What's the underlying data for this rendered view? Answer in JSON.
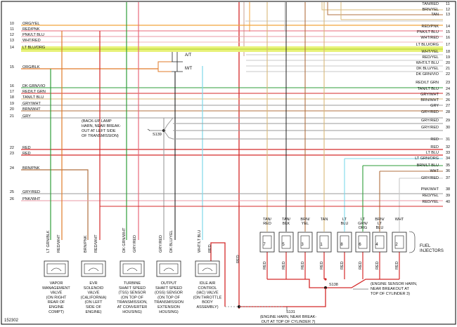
{
  "diagram_id": "152302",
  "colors": {
    "org_yel": "#f2a33a",
    "red_pnk": "#e8697a",
    "pnk_ltblu": "#e89aa6",
    "wht_red": "#f0b8b8",
    "lt_blu_org": "#e4ef2a",
    "org_blk": "#e07b2a",
    "red": "#d42a2a",
    "green": "#2e9e3a",
    "ltblue": "#7fd8ea",
    "gray": "#9a9a9a",
    "brown": "#b07040",
    "tan": "#d8b878",
    "black": "#222222",
    "lightgray": "#c8c8c8"
  },
  "left_wires": [
    {
      "num": "10",
      "label": "ORG/YEL",
      "color": "org_yel"
    },
    {
      "num": "11",
      "label": "RED/PNK",
      "color": "red_pnk"
    },
    {
      "num": "12",
      "label": "PNK/LT BLU",
      "color": "pnk_ltblu"
    },
    {
      "num": "13",
      "label": "WHT/RED",
      "color": "wht_red"
    },
    {
      "num": "14",
      "label": "LT BLU/ORG",
      "color": "lt_blu_org"
    },
    {
      "num": "15",
      "label": "ORG/BLK",
      "color": "org_blk"
    },
    {
      "num": "16",
      "label": "DK GRN/VIO",
      "color": "green"
    },
    {
      "num": "17",
      "label": "RED/LT GRN",
      "color": "red"
    },
    {
      "num": "18",
      "label": "TAN/LT BLU",
      "color": "tan"
    },
    {
      "num": "19",
      "label": "GRY/WHT",
      "color": "gray"
    },
    {
      "num": "20",
      "label": "BRN/WHT",
      "color": "brown"
    },
    {
      "num": "21",
      "label": "GRY",
      "color": "gray"
    },
    {
      "num": "22",
      "label": "RED",
      "color": "red"
    },
    {
      "num": "23",
      "label": "RED",
      "color": "red"
    },
    {
      "num": "24",
      "label": "BRN/PNK",
      "color": "brown"
    },
    {
      "num": "25",
      "label": "GRY/RED",
      "color": "gray"
    },
    {
      "num": "26",
      "label": "PNK/WHT",
      "color": "pnk_ltblu"
    }
  ],
  "right_wires": [
    {
      "num": "11",
      "label": "TAN/RED"
    },
    {
      "num": "12",
      "label": "BRN/YEL"
    },
    {
      "num": "13",
      "label": "TAN"
    },
    {
      "num": "14",
      "label": "RED/PNK"
    },
    {
      "num": "15",
      "label": "PNK/LT BLU"
    },
    {
      "num": "16",
      "label": "WHT/RED"
    },
    {
      "num": "17",
      "label": "LT BLU/ORG"
    },
    {
      "num": "18",
      "label": "WHT/YEL"
    },
    {
      "num": "19",
      "label": "RED/YEL"
    },
    {
      "num": "20",
      "label": "WHT/LT BLU"
    },
    {
      "num": "21",
      "label": "DK BLU/YEL"
    },
    {
      "num": "22",
      "label": "DK GRN/VIO"
    },
    {
      "num": "23",
      "label": "RED/LT GRN"
    },
    {
      "num": "24",
      "label": "TAN/LT BLU"
    },
    {
      "num": "25",
      "label": "GRY/WHT"
    },
    {
      "num": "26",
      "label": "BRN/WHT"
    },
    {
      "num": "27",
      "label": "GRY"
    },
    {
      "num": "28",
      "label": "GRY/RED"
    },
    {
      "num": "29",
      "label": "GRY/RED"
    },
    {
      "num": "30",
      "label": "GRY/RED"
    },
    {
      "num": "31",
      "label": "RED"
    },
    {
      "num": "32",
      "label": "RED"
    },
    {
      "num": "33",
      "label": "LT BLU"
    },
    {
      "num": "34",
      "label": "LT GRN/ORG"
    },
    {
      "num": "35",
      "label": "BRN/LT BLU"
    },
    {
      "num": "36",
      "label": "WHT"
    },
    {
      "num": "37",
      "label": "GRY/RED"
    },
    {
      "num": "38",
      "label": "PNK/WHT"
    },
    {
      "num": "39",
      "label": "RED/YEL"
    },
    {
      "num": "40",
      "label": "RED/YEL"
    }
  ],
  "switch_labels": {
    "at": "A/T",
    "mt": "M/T"
  },
  "splices": {
    "s139": "S139",
    "s138": "S138",
    "s131": "S131",
    "backup_note": [
      "(BACK-UP LAMP",
      "HARN, NEAR BREAK-",
      "OUT AT LEFT SIDE",
      "OF TRANSMISSION)"
    ],
    "s138_note": [
      "(ENGINE SENSOR HARN,",
      "NEAR BREAKOUT AT",
      "TOP OF CYLINDER 3)"
    ],
    "s131_note": [
      "(ENGINE HARN, NEAR BREAK-",
      "OUT AT TOP OF CYLINDER 7)"
    ]
  },
  "components": [
    {
      "pins": [
        "LT GRN/BLK",
        "RED/WHT"
      ],
      "pin_colors": [
        "green",
        "red"
      ],
      "lines": [
        "VAPOR",
        "MANAGEMENT",
        "VALVE",
        "(ON RIGHT",
        "REAR OF",
        "ENGINE",
        "COMPT)"
      ]
    },
    {
      "pins": [
        "BRN/PNK",
        "RED/WHT"
      ],
      "pin_colors": [
        "brown",
        "red"
      ],
      "lines": [
        "EVR",
        "SOLENOID",
        "VALVE",
        "(CALIFORNIA)",
        "(ON LEFT",
        "SIDE OF",
        "ENGINE)"
      ]
    },
    {
      "pins": [
        "DK GRN/WHT",
        "GRY/RED"
      ],
      "pin_colors": [
        "green",
        "gray"
      ],
      "lines": [
        "TURBINE",
        "SHAFT SPEED",
        "(TSS) SENSOR",
        "(ON TOP OF",
        "TRANSMISSION,",
        "AT CONVERTER",
        "HOUSING)"
      ]
    },
    {
      "pins": [
        "GRY/RED",
        "DK BLU/YEL"
      ],
      "pin_colors": [
        "gray",
        "black"
      ],
      "lines": [
        "OUTPUT",
        "SHAFT SPEED",
        "(OSS) SENSOR",
        "(ON TOP OF",
        "TRANSMISSION",
        "EXTENSION",
        "HOUSING)"
      ]
    },
    {
      "pins": [
        "WHT/LT BLU",
        "RED"
      ],
      "pin_colors": [
        "ltblue",
        "red"
      ],
      "lines": [
        "IDLE AIR",
        "CONTROL",
        "(IAC) VALVE",
        "(ON THROTTLE",
        "BODY",
        "ASSEMBLY)"
      ]
    }
  ],
  "injectors": [
    {
      "num": "7",
      "top": [
        "TAN/",
        "RED"
      ],
      "bottom": "RED"
    },
    {
      "num": "5",
      "top": [
        "TAN/",
        "BLK"
      ],
      "bottom": "RED"
    },
    {
      "num": "3",
      "top": [
        "BRN/",
        "YEL"
      ],
      "bottom": "RED"
    },
    {
      "num": "1",
      "top": [
        "TAN"
      ],
      "bottom": "RED"
    },
    {
      "num": "8",
      "top": [
        "LT",
        "BLU"
      ],
      "bottom": "RED"
    },
    {
      "num": "6",
      "top": [
        "LT",
        "GRN/",
        "ORG"
      ],
      "bottom": "RED"
    },
    {
      "num": "4",
      "top": [
        "BRN/",
        "LT",
        "BLU"
      ],
      "bottom": "RED"
    },
    {
      "num": "2",
      "top": [
        "WHT"
      ],
      "bottom": "RED"
    }
  ],
  "fuel_injectors_label": [
    "FUEL",
    "INJECTORS"
  ],
  "red_label": "RED"
}
